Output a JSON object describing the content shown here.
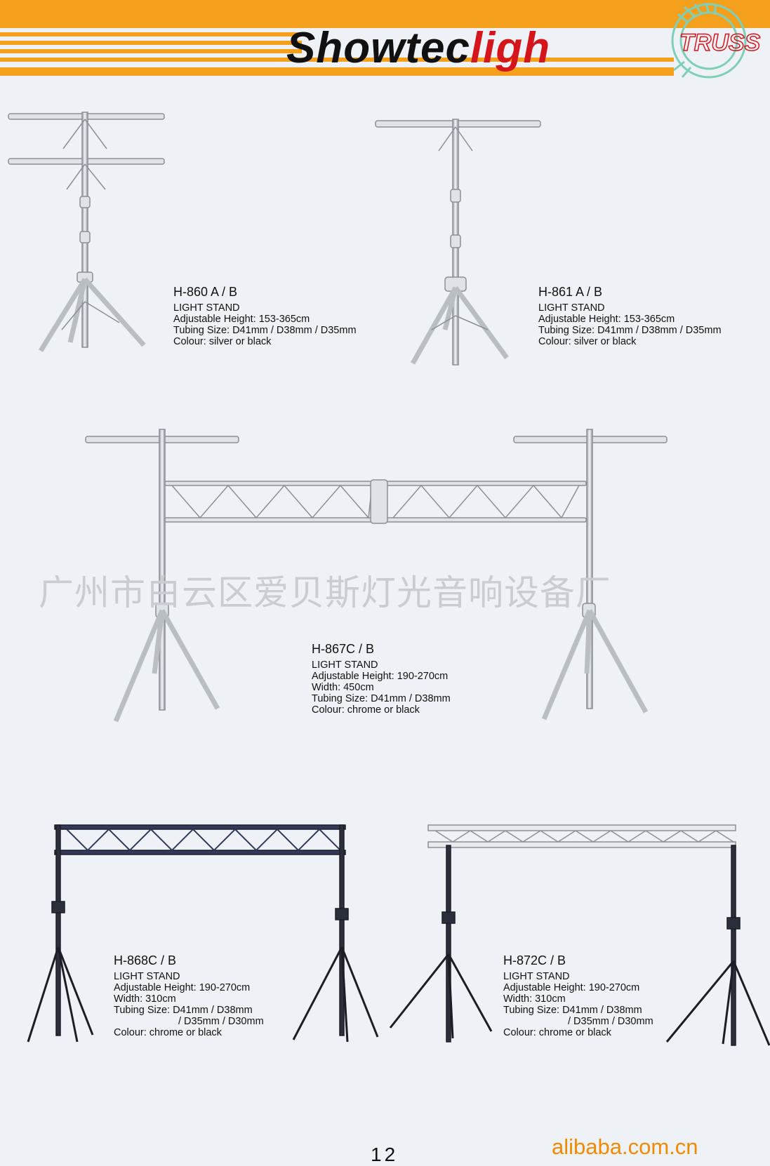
{
  "header": {
    "brand_part1": "Showtec",
    "brand_part2": "ligh",
    "logo_text": "TRUSS",
    "accent_color": "#f4a01c",
    "brand_red": "#d4161c"
  },
  "products": [
    {
      "model": "H-860 A / B",
      "type": "LIGHT STAND",
      "height": "Adjustable Height: 153-365cm",
      "tubing": "Tubing Size: D41mm / D38mm / D35mm",
      "colour": "Colour: silver or black"
    },
    {
      "model": "H-861 A / B",
      "type": "LIGHT STAND",
      "height": "Adjustable Height: 153-365cm",
      "tubing": "Tubing Size: D41mm / D38mm / D35mm",
      "colour": "Colour: silver or black"
    },
    {
      "model": "H-867C / B",
      "type": "LIGHT STAND",
      "height": "Adjustable Height: 190-270cm",
      "width": "Width: 450cm",
      "tubing": "Tubing Size: D41mm / D38mm",
      "colour": "Colour: chrome or black"
    },
    {
      "model": "H-868C / B",
      "type": "LIGHT STAND",
      "height": "Adjustable Height: 190-270cm",
      "width": "Width: 310cm",
      "tubing": "Tubing Size: D41mm / D38mm",
      "tubing2": "/ D35mm / D30mm",
      "colour": "Colour: chrome or black"
    },
    {
      "model": "H-872C / B",
      "type": "LIGHT STAND",
      "height": "Adjustable Height: 190-270cm",
      "width": "Width: 310cm",
      "tubing": "Tubing Size: D41mm / D38mm",
      "tubing2": "/ D35mm / D30mm",
      "colour": "Colour: chrome or black"
    }
  ],
  "watermark": "广州市白云区爱贝斯灯光音响设备厂",
  "page_number": "12",
  "site": "alibaba.com.cn"
}
